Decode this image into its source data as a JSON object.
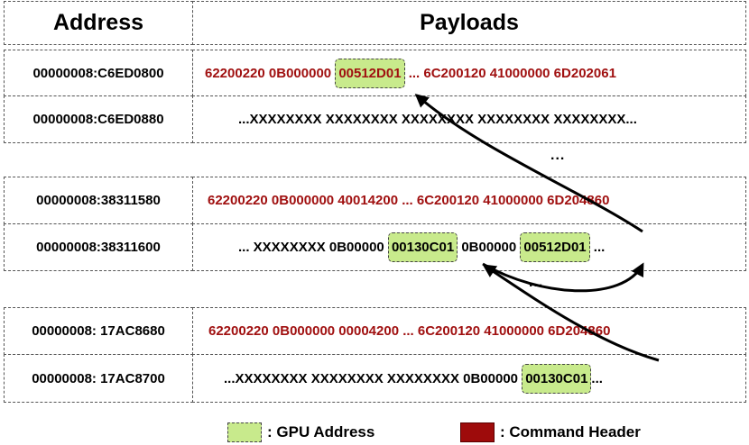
{
  "headers": {
    "address": "Address",
    "payloads": "Payloads"
  },
  "rows": [
    {
      "address": "00000008:C6ED0800",
      "payload": [
        {
          "text": "62200220 0B000000 ",
          "style": "red"
        },
        {
          "text": "00512D01",
          "style": "red-gpu"
        },
        {
          "text": " ... 6C200120 41000000 6D202061",
          "style": "red"
        }
      ]
    },
    {
      "address": "00000008:C6ED0880",
      "payload": [
        {
          "text": "...XXXXXXXX XXXXXXXX XXXXXXXX XXXXXXXX XXXXXXXX...",
          "style": "plain"
        }
      ]
    },
    {
      "address": "00000008:38311580",
      "payload": [
        {
          "text": "62200220 0B000000 40014200 ... 6C200120 41000000 6D204860",
          "style": "red"
        }
      ]
    },
    {
      "address": "00000008:38311600",
      "payload": [
        {
          "text": "... XXXXXXXX 0B00000 ",
          "style": "plain"
        },
        {
          "text": "00130C01",
          "style": "gpu"
        },
        {
          "text": " 0B00000 ",
          "style": "plain"
        },
        {
          "text": "00512D01",
          "style": "gpu"
        },
        {
          "text": " ...",
          "style": "plain"
        }
      ]
    },
    {
      "address": "00000008: 17AC8680",
      "payload": [
        {
          "text": "62200220 0B000000 00004200 ... 6C200120 41000000 6D204860",
          "style": "red"
        }
      ]
    },
    {
      "address": "00000008: 17AC8700",
      "payload": [
        {
          "text": "...XXXXXXXX XXXXXXXX XXXXXXXX 0B00000 ",
          "style": "plain"
        },
        {
          "text": "00130C01",
          "style": "gpu"
        },
        {
          "text": "...",
          "style": "plain"
        }
      ]
    }
  ],
  "ellipsis": [
    "...",
    "..."
  ],
  "legend": [
    {
      "kind": "gpu",
      "label": ":  GPU Address",
      "color": "#c8ea8c"
    },
    {
      "kind": "cmd",
      "label": ":  Command Header",
      "color": "#9e0b0b"
    }
  ],
  "colors": {
    "gpu_address": "#c8ea8c",
    "command_header_text": "#a01010",
    "command_header_swatch": "#9e0b0b"
  }
}
